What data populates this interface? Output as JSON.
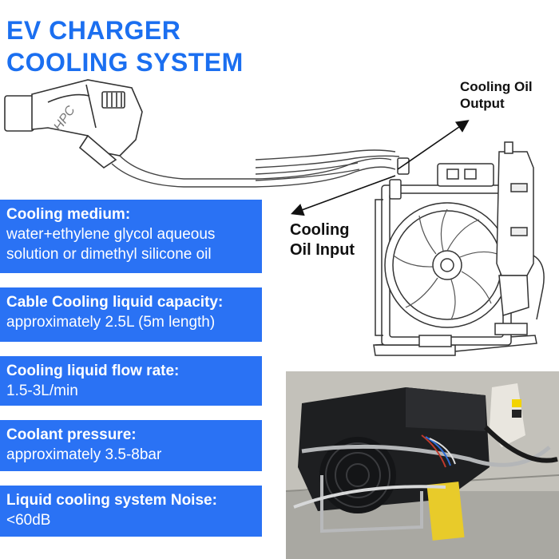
{
  "title": {
    "line1": "EV CHARGER",
    "line2": "COOLING SYSTEM"
  },
  "colors": {
    "accent": "#2a72f4",
    "title": "#1b6ff0",
    "text": "#111111"
  },
  "callouts": {
    "output": {
      "line1": "Cooling Oil",
      "line2": "Output"
    },
    "input": {
      "line1": "Cooling",
      "line2": "Oil Input"
    }
  },
  "specs": [
    {
      "label": "Cooling medium:",
      "value": "water+ethylene glycol aqueous solution or dimethyl silicone oil"
    },
    {
      "label": "Cable Cooling liquid capacity:",
      "value": "approximately 2.5L (5m length)"
    },
    {
      "label": "Cooling liquid flow rate:",
      "value": "1.5-3L/min"
    },
    {
      "label": "Coolant pressure:",
      "value": "approximately 3.5-8bar"
    },
    {
      "label": "Liquid cooling system Noise:",
      "value": "<60dB"
    }
  ],
  "connector_logo": "HPC"
}
